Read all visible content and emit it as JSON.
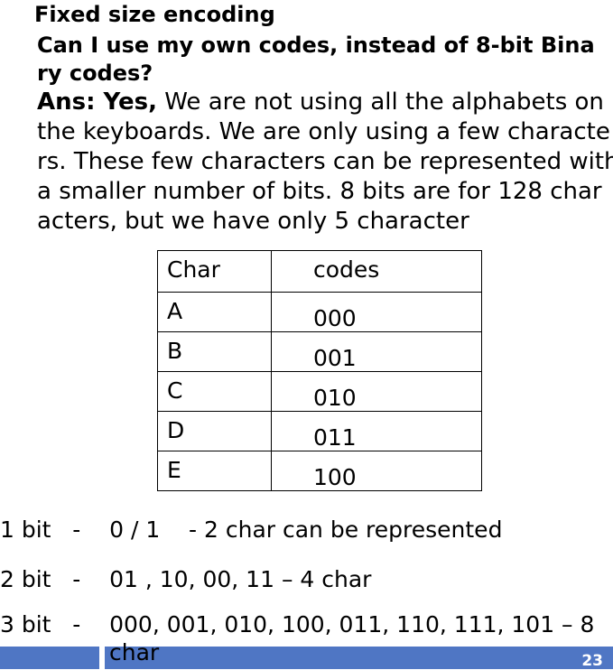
{
  "slide": {
    "title": "Fixed size encoding",
    "question_lines": [
      "Can I use my own codes, instead of 8-bit Bina",
      "ry codes?"
    ],
    "answer_prefix": "Ans: Yes,",
    "answer_lines": [
      " We are not using all the alphabets on",
      "the keyboards",
      ". We are only using a few characte",
      "rs. These few characters can be represented with",
      "a smaller number of bits. 8 bits are for 128 char",
      "acters, but we have only 5 character"
    ],
    "table": {
      "headers": [
        "Char",
        "codes"
      ],
      "rows": [
        [
          "A",
          "000"
        ],
        [
          "B",
          "001"
        ],
        [
          "C",
          "010"
        ],
        [
          "D",
          "011"
        ],
        [
          "E",
          "100"
        ]
      ]
    },
    "bit_lines": [
      "1 bit   -    0 / 1    - 2 char can be represented",
      "2 bit   -    01 , 10, 00, 11 – 4 char",
      "3 bit   -    000, 001, 010, 100, 011, 110, 111, 101 – 8",
      "char"
    ],
    "page_number": "23"
  }
}
